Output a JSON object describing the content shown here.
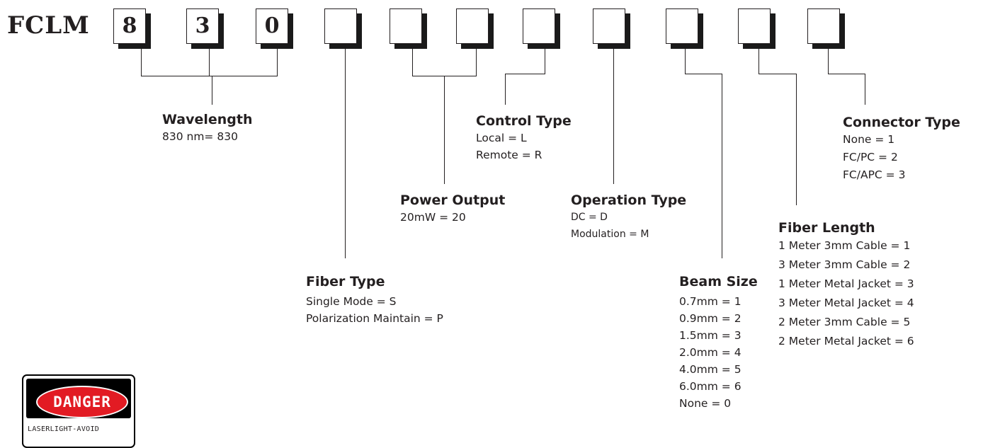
{
  "diagram": {
    "prefix": "FCLM",
    "boxes": [
      "8",
      "3",
      "0",
      "",
      "",
      "",
      "",
      "",
      "",
      "",
      ""
    ]
  },
  "groups": {
    "wavelength": {
      "title": "Wavelength",
      "options": [
        "830 nm= 830"
      ]
    },
    "fiber_type": {
      "title": "Fiber Type",
      "options": [
        "Single Mode = S",
        "Polarization Maintain = P"
      ]
    },
    "power_output": {
      "title": "Power Output",
      "options": [
        "20mW = 20"
      ]
    },
    "control_type": {
      "title": "Control Type",
      "options": [
        "Local = L",
        "Remote = R"
      ]
    },
    "operation_type": {
      "title": "Operation Type",
      "options": [
        "DC = D",
        "Modulation = M"
      ]
    },
    "beam_size": {
      "title": "Beam Size",
      "options": [
        "0.7mm = 1",
        "0.9mm = 2",
        "1.5mm = 3",
        "2.0mm = 4",
        "4.0mm = 5",
        "6.0mm = 6",
        "None = 0"
      ]
    },
    "fiber_length": {
      "title": "Fiber Length",
      "options": [
        "1 Meter 3mm Cable = 1",
        "3 Meter 3mm Cable = 2",
        "1 Meter Metal Jacket = 3",
        "3 Meter Metal Jacket = 4",
        "2 Meter 3mm Cable = 5",
        "2 Meter Metal Jacket = 6"
      ]
    },
    "connector_type": {
      "title": "Connector Type",
      "options": [
        "None = 1",
        "FC/PC = 2",
        "FC/APC = 3"
      ]
    }
  },
  "danger_sign": {
    "word": "DANGER",
    "caption": "LASERLIGHT-AVOID"
  },
  "colors": {
    "ink": "#231f20",
    "danger_red": "#e21b23"
  }
}
